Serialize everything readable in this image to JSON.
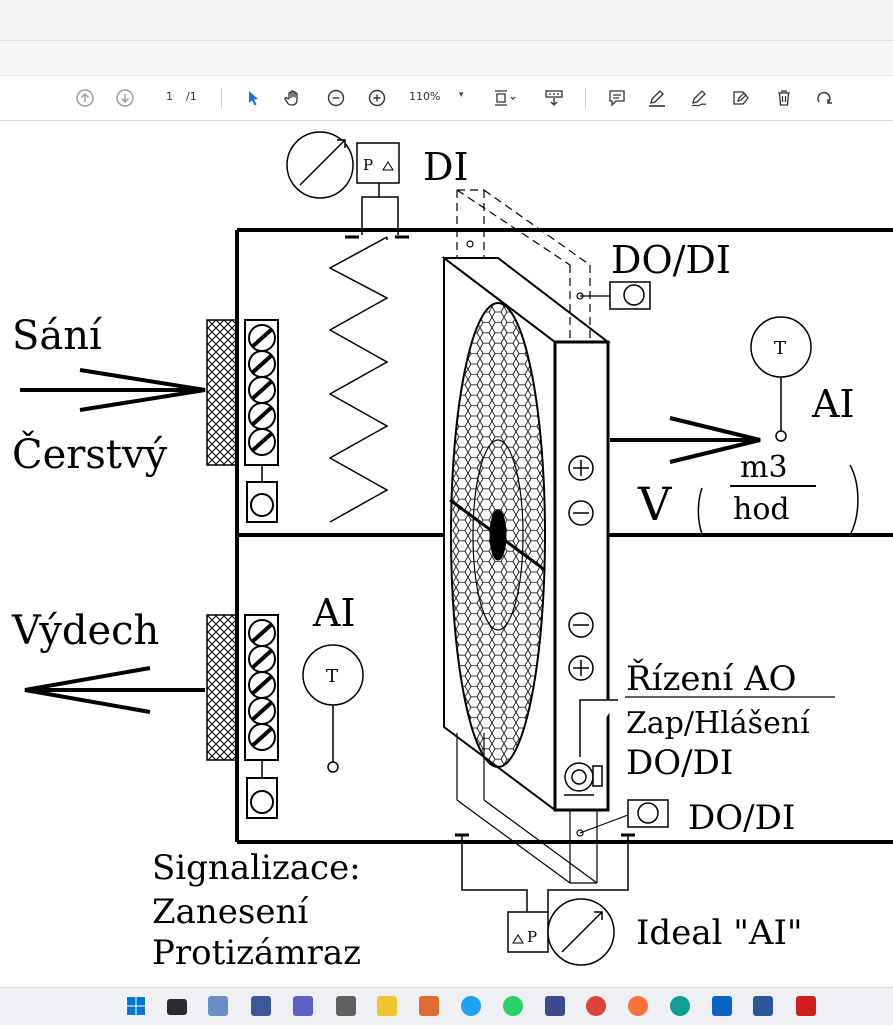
{
  "toolbar": {
    "page_current": "1",
    "page_total": "/1",
    "zoom": "110%"
  },
  "diagram": {
    "label_di_top": "DI",
    "label_do_di_top": "DO/DI",
    "label_sani": "Sání",
    "label_cerstvy": "Čerstvý",
    "label_ai_right": "AI",
    "label_t_right": "T",
    "label_v": "V",
    "label_m3": "m3",
    "label_hod": "hod",
    "label_vydech": "Výdech",
    "label_ai_left": "AI",
    "label_t_left": "T",
    "label_rizeni": "Řízení AO",
    "label_zap": "Zap/Hlášení",
    "label_do_di_motor": "DO/DI",
    "label_do_di_bottom": "DO/DI",
    "label_signalizace": "Signalizace:",
    "label_zaneseni": "Zanesení",
    "label_protizamraz": "Protizámraz",
    "label_ideal": "Ideal \"AI\"",
    "label_p_top": "P",
    "label_p_bottom": "P"
  },
  "colors": {
    "ink": "#000000",
    "toolbar_icon": "#444444",
    "pointer_blue": "#1a73e8"
  },
  "toolbar_icons": [
    "up-arrow-icon",
    "down-arrow-icon",
    "pointer-icon",
    "hand-icon",
    "zoom-out-icon",
    "zoom-in-icon",
    "fit-icon",
    "scroll-icon",
    "comment-icon",
    "highlight-icon",
    "draw-icon",
    "edit-icon",
    "delete-icon",
    "rotate-icon"
  ],
  "taskbar_icons": [
    "windows-icon",
    "explorer-icon",
    "teams-icon",
    "calculator-icon",
    "folder-icon",
    "whatsapp-icon",
    "save-icon",
    "chrome-icon",
    "firefox-icon",
    "edge-icon",
    "outlook-icon",
    "word-icon",
    "acrobat-icon"
  ]
}
